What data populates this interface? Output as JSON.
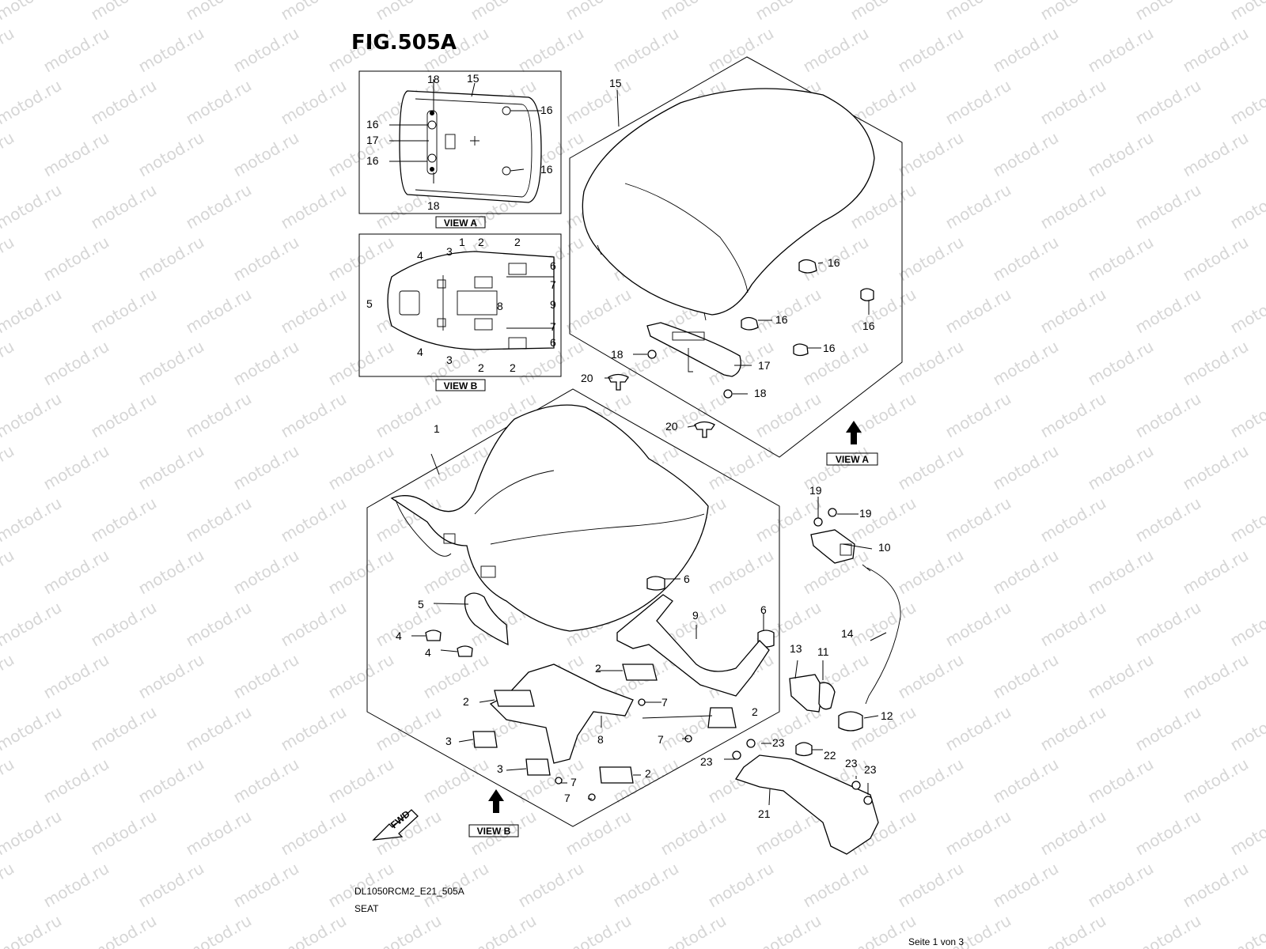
{
  "figure": {
    "title": "FIG.505A",
    "view_a_tag": "VIEW A",
    "view_b_tag": "VIEW B",
    "fwd_label": "FWD"
  },
  "footer": {
    "code": "DL1050RCM2_E21_505A",
    "name": "SEAT",
    "page": "Seite 1 von 3"
  },
  "watermark": "motod.ru",
  "callouts": {
    "view_a": [
      "18",
      "15",
      "16",
      "16",
      "17",
      "16",
      "16",
      "18"
    ],
    "view_b": [
      "1",
      "2",
      "2",
      "4",
      "3",
      "6",
      "7",
      "5",
      "8",
      "9",
      "7",
      "4",
      "3",
      "2",
      "2",
      "6"
    ],
    "rear": [
      "15",
      "16",
      "16",
      "16",
      "16",
      "18",
      "17",
      "18",
      "20",
      "20"
    ],
    "front": [
      "1",
      "5",
      "4",
      "4",
      "6",
      "9",
      "6",
      "2",
      "2",
      "7",
      "8",
      "3",
      "3",
      "7",
      "7",
      "2",
      "2",
      "7"
    ],
    "parts": [
      "19",
      "19",
      "10",
      "14",
      "13",
      "11",
      "12",
      "23",
      "22",
      "23",
      "23",
      "23",
      "21"
    ]
  }
}
